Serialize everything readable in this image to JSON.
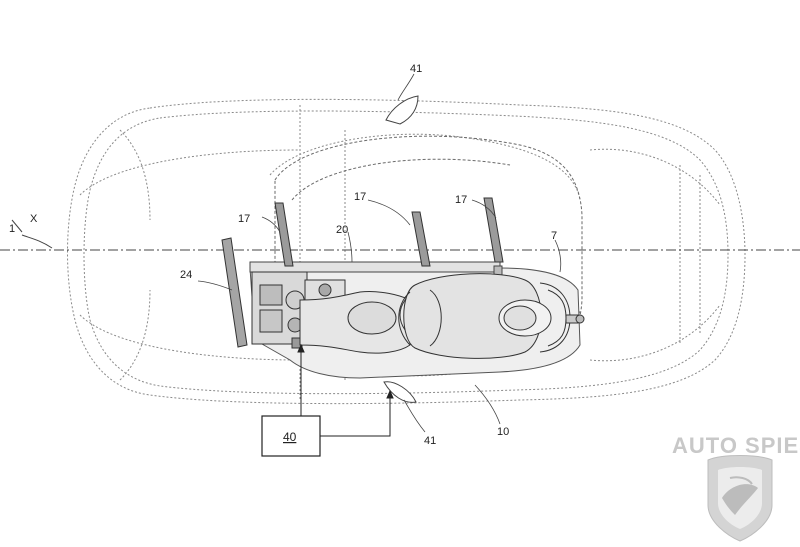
{
  "labels": {
    "axis_x": "X",
    "axis_x_ref": "1",
    "ref_17_left": "17",
    "ref_17_mid": "17",
    "ref_17_right": "17",
    "ref_20": "20",
    "ref_24": "24",
    "ref_7": "7",
    "ref_41_top": "41",
    "ref_41_bottom": "41",
    "ref_10": "10",
    "ref_40": "40"
  },
  "watermark": {
    "brand": "AUTO SPIES"
  },
  "colors": {
    "outline": "#777777",
    "body_fill": "#e9e9e9",
    "watermark": "#c8c8c8"
  }
}
